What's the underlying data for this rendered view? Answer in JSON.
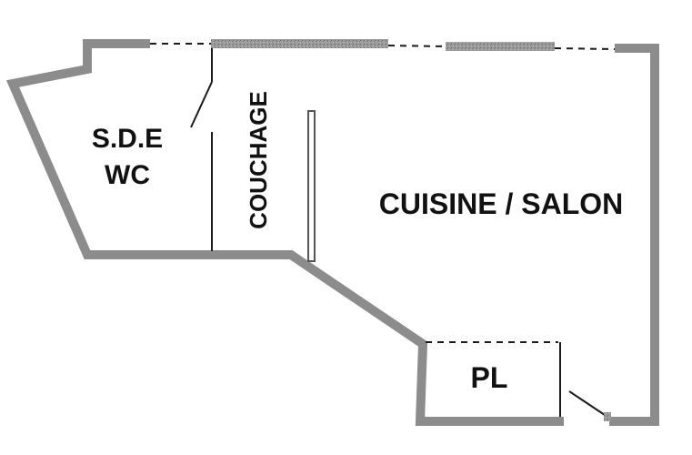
{
  "rooms": {
    "sde": "S.D.E",
    "wc": "WC",
    "couchage": "COUCHAGE",
    "cuisine_salon": "CUISINE / SALON",
    "pl": "PL"
  },
  "colors": {
    "wall": "#8c8c8c",
    "line": "#1a1a1a",
    "text": "#111111",
    "background": "#ffffff"
  }
}
